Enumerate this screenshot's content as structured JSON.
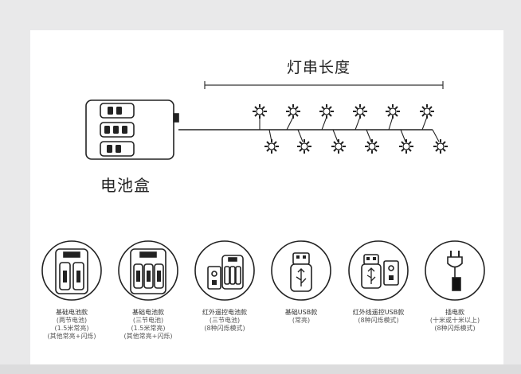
{
  "header": {
    "title": "灯串长度",
    "battery_box_label": "电池盒"
  },
  "models": [
    {
      "name": "基础电池款",
      "lines": [
        "(两节电池)",
        "(1.5米常亮)",
        "(其他常亮+闪烁)"
      ],
      "icon": "battery-2-icon"
    },
    {
      "name": "基础电池款",
      "lines": [
        "(三节电池)",
        "(1.5米常亮)",
        "(其他常亮+闪烁)"
      ],
      "icon": "battery-3-icon"
    },
    {
      "name": "红外遥控电池款",
      "lines": [
        "(三节电池)",
        "(8种闪烁模式)"
      ],
      "icon": "battery-remote-icon"
    },
    {
      "name": "基础USB款",
      "lines": [
        "(常亮)"
      ],
      "icon": "usb-icon"
    },
    {
      "name": "红外线遥控USB款",
      "lines": [
        "(8种闪烁模式)"
      ],
      "icon": "usb-remote-icon"
    },
    {
      "name": "插电款",
      "lines": [
        "(十米或十米以上)",
        "(8种闪烁模式)"
      ],
      "icon": "plug-icon"
    }
  ]
}
